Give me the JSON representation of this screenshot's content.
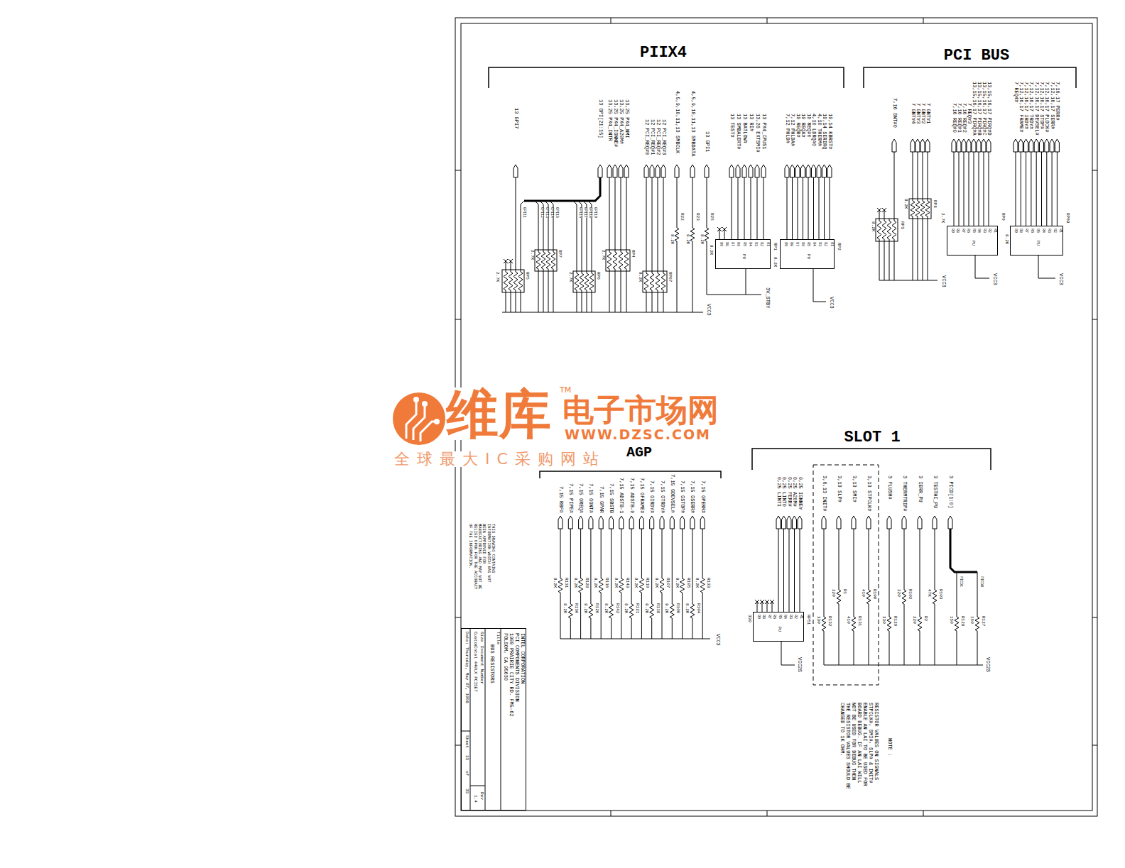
{
  "diagram": {
    "nodes": [
      {
        "text": [
          "R1",
          "R2",
          "R3",
          "R4",
          "R5",
          "R6",
          "R7",
          "R8",
          "R9",
          "PU"
        ]
      },
      {
        "text": [
          "R1",
          "R2",
          "R3",
          "R4",
          "R5",
          "R6",
          "R7",
          "R8",
          "R9",
          "PU"
        ]
      },
      {
        "text": [
          "R1",
          "R2",
          "R3",
          "R4",
          "R5",
          "R6",
          "R7",
          "R8",
          "R9",
          "PU"
        ]
      },
      {
        "text": [
          "R1",
          "R2",
          "R3",
          "R4",
          "R5",
          "R6",
          "R7",
          "R8",
          "R9",
          "PU"
        ]
      },
      {
        "text": [
          "R1",
          "R2",
          "R3",
          "R4",
          "R5",
          "R6",
          "R7",
          "R8",
          "R9",
          "PU"
        ]
      },
      {
        "text": [
          "INTEL CORPORATION",
          "PCI COMPONENTS DIVISION",
          "1900 PRAIRIE CITY RD. FM5-62",
          "FOLSOM, CA 95630",
          "Title",
          "BUS RESISTORS",
          "Size",
          "Document Number",
          "Rev",
          "Custom",
          "Intel 440LX PCISET",
          "1.4",
          "Date: Thursday, May 07, 1998",
          "Sheet",
          "23",
          "of",
          "33"
        ]
      }
    ],
    "labels": [
      "PIIX4",
      "13 GPI7",
      "13 GPI[21:15]",
      "13,25 PX4_INTR",
      "13,25 PX4_IGNNE#",
      "13,25 PX4_A20M#",
      "13,25 PX4_NMI",
      "12 PCI_REQ#0",
      "12 PCI_REQ#1",
      "12 PCI_REQ#2",
      "12 PCI_REQ#3",
      "4,5,9,10,11,13 SMBCLK",
      "4,5,9,10,11,13 SMBDATA",
      "13 GPI1",
      "13 TEST#",
      "13 SMBALERT#",
      "13 BATLOW#",
      "13 RI#",
      "13,26 EXTSMI#",
      "13 PX4_CPUS1",
      "7,12 PHLD#",
      "7,12 PHLDA#",
      "10 REQB#",
      "10 REQA#",
      "10 REQ#0",
      "4,10 LDRQ#0",
      "4,10 THERM#",
      "10,14 SERIRQ",
      "10,14 KBRST#",
      "GPI11",
      "GPI12",
      "GPI13",
      "GPI14",
      "GPI15",
      "GPI16",
      "GPI17",
      "GPI18",
      "GPI19",
      "RP5",
      "2.7K",
      "RP7",
      "2.7K",
      "RP6",
      "2.7K",
      "RP4",
      "2.7K",
      "RP67",
      "8.2K",
      "R22",
      "8.2K",
      "R23",
      "8.2K",
      "R25",
      "8.2K",
      "RP1",
      "8.2K",
      "RP2",
      "8.2K",
      "3V_STBY",
      "VCC3",
      "VCC3",
      "PCI BUS",
      "7,16 GNT#0",
      "7 GNT#4",
      "7 GNT#3",
      "7 GNT#2",
      "7 GNT#1",
      "7,16 REQ#0",
      "7,16 REQ#1",
      "7,16 REQ#2",
      "7 REQ#3",
      "13,15,16,17 PIRQ#A",
      "13,15,16,17 PIRQ#B",
      "13,15,16,17 PIRQ#C",
      "13,15,16,17 PIRQ#D",
      "7 REQ4#",
      "7,12,16,17 FRAME#",
      "7,12,16,17 IRDY#",
      "7,12,16,17 TRDY#",
      "7,12,16,17 DEVSEL#",
      "7,12,16,17 STOP#",
      "7,12,16,17 PLOCK#",
      "7,12,16,17 SERR#",
      "7,16,17 PERR#",
      "RP3",
      "8.2K",
      "RP8",
      "8.2K",
      "RP9",
      "2.7K",
      "RP68",
      "8.2K",
      "VCC3",
      "VCC3",
      "VCC3",
      "AGP",
      "7,15 RBF#",
      "7,15 PIPE#",
      "7,15 GREQ#",
      "7,15 GGNT#",
      "7,15 GPAR",
      "7,15 SBSTB",
      "7,15 ADSTB-1",
      "7,15 ADSTB-0",
      "7,15 GFRAME#",
      "7,15 GIRDY#",
      "7,15 GTRDY#",
      "7,15 GDEVSEL#",
      "7,15 GSTOP#",
      "7,15 GSERR#",
      "7,15 GPERR#",
      "R131",
      "8.2K",
      "R130",
      "8.2K",
      "R128",
      "8.2K",
      "R126",
      "8.2K",
      "R116",
      "8.2K",
      "R142",
      "8.2K",
      "R143",
      "8.2K",
      "R121",
      "8.2K",
      "R119",
      "8.2K",
      "R118",
      "8.2K",
      "R107",
      "8.2K",
      "R106",
      "8.2K",
      "R105",
      "8.2K",
      "R104",
      "8.2K",
      "R133",
      "8.2K",
      "VCC3",
      "SLOT 1",
      "0,25 LINT1",
      "0,25 LINT0",
      "0,25 FERR#",
      "0,25 A20M#",
      "0,25 IGNNE#",
      "3,6,13 INIT#",
      "3,13 SLP#",
      "3,13 SMI#",
      "3,13 STPCLK#",
      "3 FLUSH#",
      "3 THERMTRIP#",
      "3 IERR_PU",
      "3 TESTHI_PU",
      "3 PICD[1:0]",
      "RP51",
      "330",
      "R132",
      "330",
      "R1",
      "220",
      "R131",
      "410",
      "R100",
      "410",
      "R129",
      "330",
      "R102",
      "220",
      "R2",
      "220",
      "R103",
      "47K",
      "R128",
      "150",
      "R127",
      "150",
      "PICD1",
      "PICD0",
      "VCC2S",
      "VCC2S",
      "NOTE :",
      "RESISTOR VALUES ON SIGNALS STPCLK#, SMI#, SLP# & INIT# ENABLE AN LAI TO BE USED FOR BOARD DEBUG. IF AN LAI WILL NOT BE USED FOR DEBUG THEN THE RESISTOR VALUES SHOULD BE CHANGED TO 1K OHM.",
      "THIS DRAWING CONTAINS INFORMATION WHICH HAS NOT BEEN APPROVED FOR MANUFACTURING AND MAY NOT BE RELIED UPON FOR THE ACCURACY OF THE INFORMATION.",
      "维库",
      "TM",
      "电子市场网",
      "WWW.DZSC.COM",
      "全球最大IC采购网站"
    ]
  }
}
